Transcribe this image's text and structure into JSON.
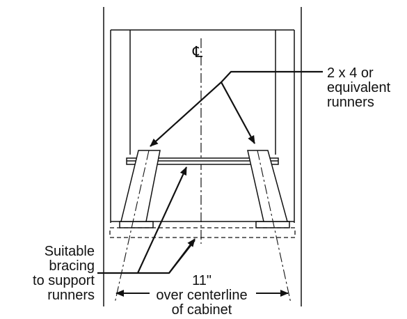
{
  "labels": {
    "centerline_symbol": "℄",
    "runners": [
      "2 x 4 or",
      "equivalent",
      "runners"
    ],
    "bracing": [
      "Suitable",
      "bracing",
      "to support",
      "runners"
    ],
    "dimension_value": "11\"",
    "dimension_text": [
      "over centerline",
      "of cabinet"
    ]
  },
  "colors": {
    "line": "#111111",
    "background": "#ffffff"
  }
}
